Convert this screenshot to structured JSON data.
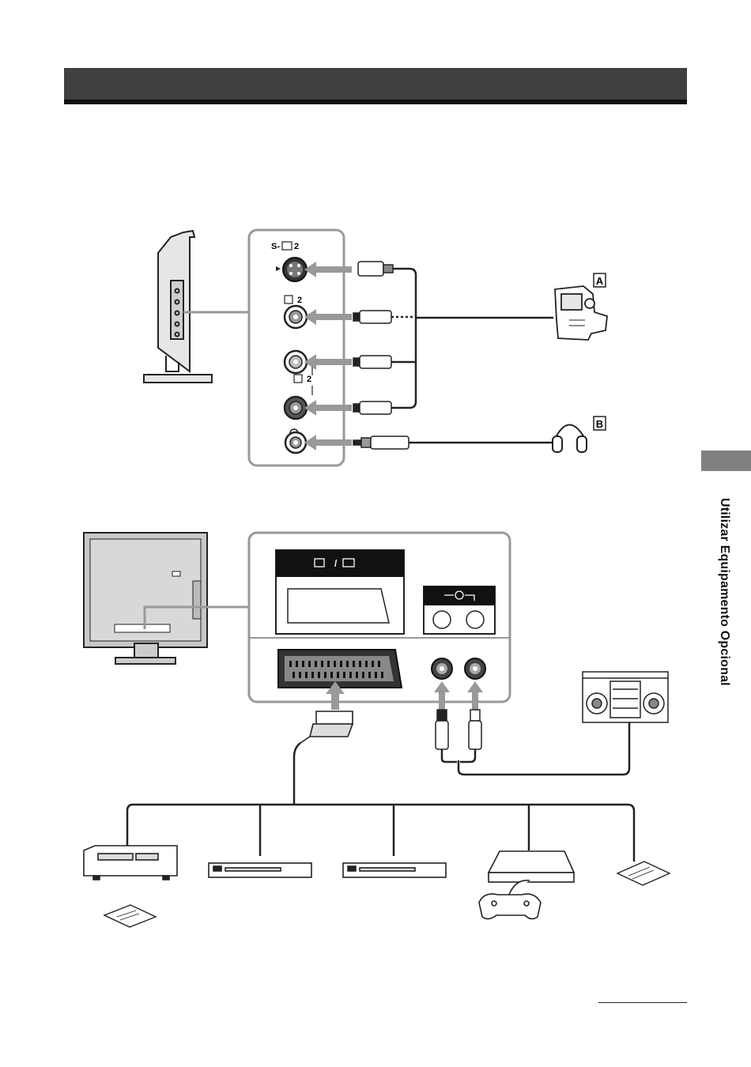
{
  "header": {
    "color": "#404040",
    "rule_color": "#111111"
  },
  "side_tab": {
    "label": "Utilizar Equipamento Opcional",
    "color": "#808080"
  },
  "panel_top": {
    "s_video_label": "S-",
    "s_video_num": "2",
    "video_in_num": "2",
    "audio_in_num": "2",
    "headphone_icon": "headphone-icon"
  },
  "devices_top": [
    {
      "key": "A",
      "name": "camcorder-icon"
    },
    {
      "key": "B",
      "name": "headphones-icon"
    }
  ],
  "panel_bottom": {
    "scart_label": "/",
    "audio_out_icon": "audio-out-icon"
  },
  "devices_bottom": [
    "vcr-icon",
    "dvd-player-icon",
    "dvd-recorder-icon",
    "game-console-icon",
    "satellite-receiver-icon",
    "hifi-system-icon"
  ]
}
